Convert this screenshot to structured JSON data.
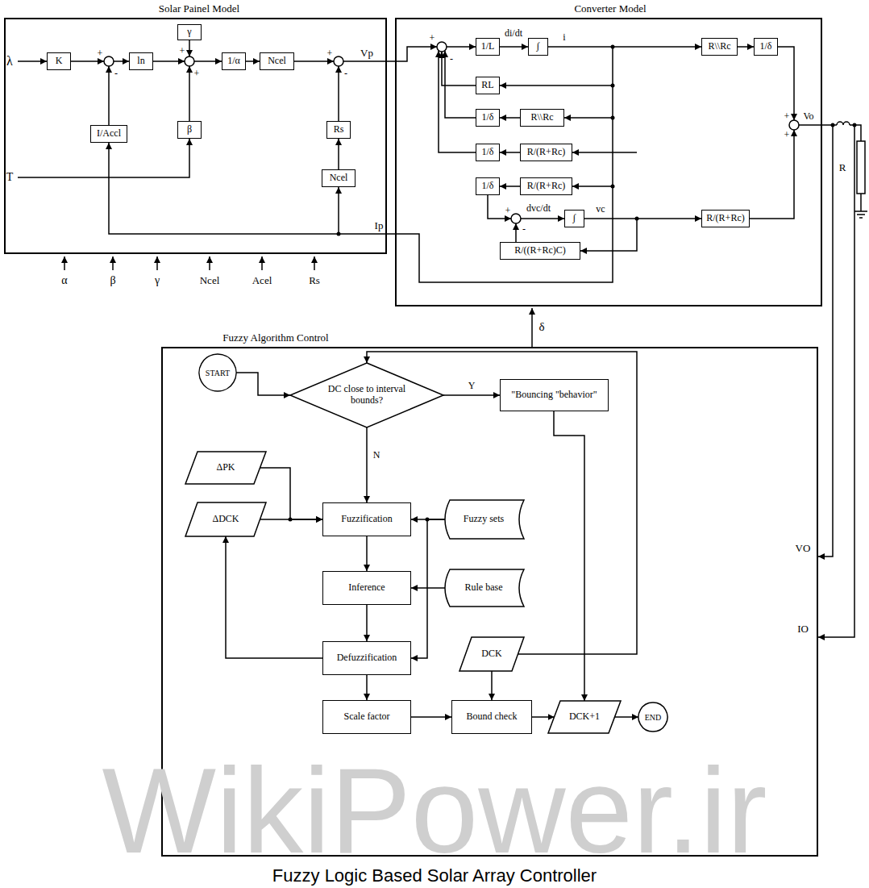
{
  "diagram": {
    "caption": "Fuzzy Logic Based Solar Array Controller",
    "nodes": [
      {
        "text": [
          "Solar Painel Model"
        ]
      },
      {
        "text": [
          "K"
        ],
        "in": 0
      },
      {
        "text": [
          "ln"
        ],
        "in": 0
      },
      {
        "text": [
          "γ"
        ],
        "in": 0
      },
      {
        "text": [
          "1/α"
        ],
        "in": 0
      },
      {
        "text": [
          "Ncel"
        ],
        "in": 0
      },
      {
        "text": [
          "I/Accl"
        ],
        "in": 0
      },
      {
        "text": [
          "β"
        ],
        "in": 0
      },
      {
        "text": [
          "Rs"
        ],
        "in": 0
      },
      {
        "text": [
          "Ncel"
        ],
        "in": 0
      },
      {
        "text": [
          "Converter Model"
        ]
      },
      {
        "text": [
          "1/L"
        ],
        "in": 10
      },
      {
        "text": [
          "∫"
        ],
        "in": 10
      },
      {
        "text": [
          "R\\\\Rc"
        ],
        "in": 10
      },
      {
        "text": [
          "1/δ"
        ],
        "in": 10
      },
      {
        "text": [
          "RL"
        ],
        "in": 10
      },
      {
        "text": [
          "1/δ"
        ],
        "in": 10
      },
      {
        "text": [
          "R\\\\Rc"
        ],
        "in": 10
      },
      {
        "text": [
          "1/δ"
        ],
        "in": 10
      },
      {
        "text": [
          "R/(R+Rc)"
        ],
        "in": 10
      },
      {
        "text": [
          "1/δ"
        ],
        "in": 10
      },
      {
        "text": [
          "R/(R+Rc)"
        ],
        "in": 10
      },
      {
        "text": [
          "∫"
        ],
        "in": 10
      },
      {
        "text": [
          "R/(R+Rc)"
        ],
        "in": 10
      },
      {
        "text": [
          "R/((R+Rc)C)"
        ],
        "in": 10
      },
      {
        "text": [
          "Fuzzy Algorithm Control"
        ]
      },
      {
        "text": [
          "START"
        ],
        "in": 25
      },
      {
        "text": [
          "DC close to interval bounds?"
        ],
        "in": 25
      },
      {
        "text": [
          "\"Bouncing \"behavior\""
        ],
        "in": 25
      },
      {
        "text": [
          "ΔPK"
        ],
        "in": 25
      },
      {
        "text": [
          "ΔDCK"
        ],
        "in": 25
      },
      {
        "text": [
          "Fuzzification"
        ],
        "in": 25
      },
      {
        "text": [
          "Fuzzy sets"
        ],
        "in": 25
      },
      {
        "text": [
          "Inference"
        ],
        "in": 25
      },
      {
        "text": [
          "Rule base"
        ],
        "in": 25
      },
      {
        "text": [
          "Defuzzification"
        ],
        "in": 25
      },
      {
        "text": [
          "DCK"
        ],
        "in": 25
      },
      {
        "text": [
          "Scale factor"
        ],
        "in": 25
      },
      {
        "text": [
          "Bound check"
        ],
        "in": 25
      },
      {
        "text": [
          "DCK+1"
        ],
        "in": 25
      },
      {
        "text": [
          "END"
        ],
        "in": 25
      }
    ],
    "edges": [
      {
        "from": 4,
        "to": 5,
        "arrow": "to"
      },
      {
        "from": 9,
        "to": 8,
        "arrow": "to"
      },
      {
        "from": 11,
        "to": 12,
        "arrow": "to",
        "label": "di/dt"
      },
      {
        "from": 12,
        "to": 13,
        "arrow": "to",
        "label": "i"
      },
      {
        "from": 13,
        "to": 14,
        "arrow": "to"
      },
      {
        "from": 17,
        "to": 16,
        "arrow": "to"
      },
      {
        "from": 19,
        "to": 18,
        "arrow": "to"
      },
      {
        "from": 21,
        "to": 20,
        "arrow": "to"
      },
      {
        "from": 22,
        "to": 23,
        "arrow": "to",
        "label": "vc"
      },
      {
        "from": 26,
        "to": 27,
        "arrow": "to"
      },
      {
        "from": 27,
        "to": 28,
        "arrow": "to",
        "label": "Y"
      },
      {
        "from": 27,
        "to": 31,
        "arrow": "to",
        "label": "N"
      },
      {
        "from": 29,
        "to": 31,
        "arrow": "to"
      },
      {
        "from": 30,
        "to": 31,
        "arrow": "to"
      },
      {
        "from": 32,
        "to": 31,
        "arrow": "to"
      },
      {
        "from": 32,
        "to": 35,
        "arrow": "to"
      },
      {
        "from": 34,
        "to": 33,
        "arrow": "to"
      },
      {
        "from": 31,
        "to": 33,
        "arrow": "to"
      },
      {
        "from": 33,
        "to": 35,
        "arrow": "to"
      },
      {
        "from": 35,
        "to": 30,
        "arrow": "to"
      },
      {
        "from": 35,
        "to": 37,
        "arrow": "to"
      },
      {
        "from": 37,
        "to": 38,
        "arrow": "to"
      },
      {
        "from": 36,
        "to": 38,
        "arrow": "to"
      },
      {
        "from": 38,
        "to": 39,
        "arrow": "to"
      },
      {
        "from": 28,
        "to": 39,
        "arrow": "to"
      },
      {
        "from": 39,
        "to": 40,
        "arrow": "to"
      },
      {
        "from": 36,
        "to": 27,
        "arrow": "to"
      }
    ],
    "labels": [
      "λ",
      "T",
      "+",
      "-",
      "+",
      "+",
      "+",
      "-",
      "Vp",
      "Ip",
      "α",
      "β",
      "γ",
      "Ncel",
      "Acel",
      "Rs",
      "+",
      "-",
      "+",
      "-",
      "+",
      "+",
      "Vo",
      "dvc/dt",
      "δ",
      "VO",
      "IO",
      "R",
      "WikiPower.ir"
    ]
  }
}
